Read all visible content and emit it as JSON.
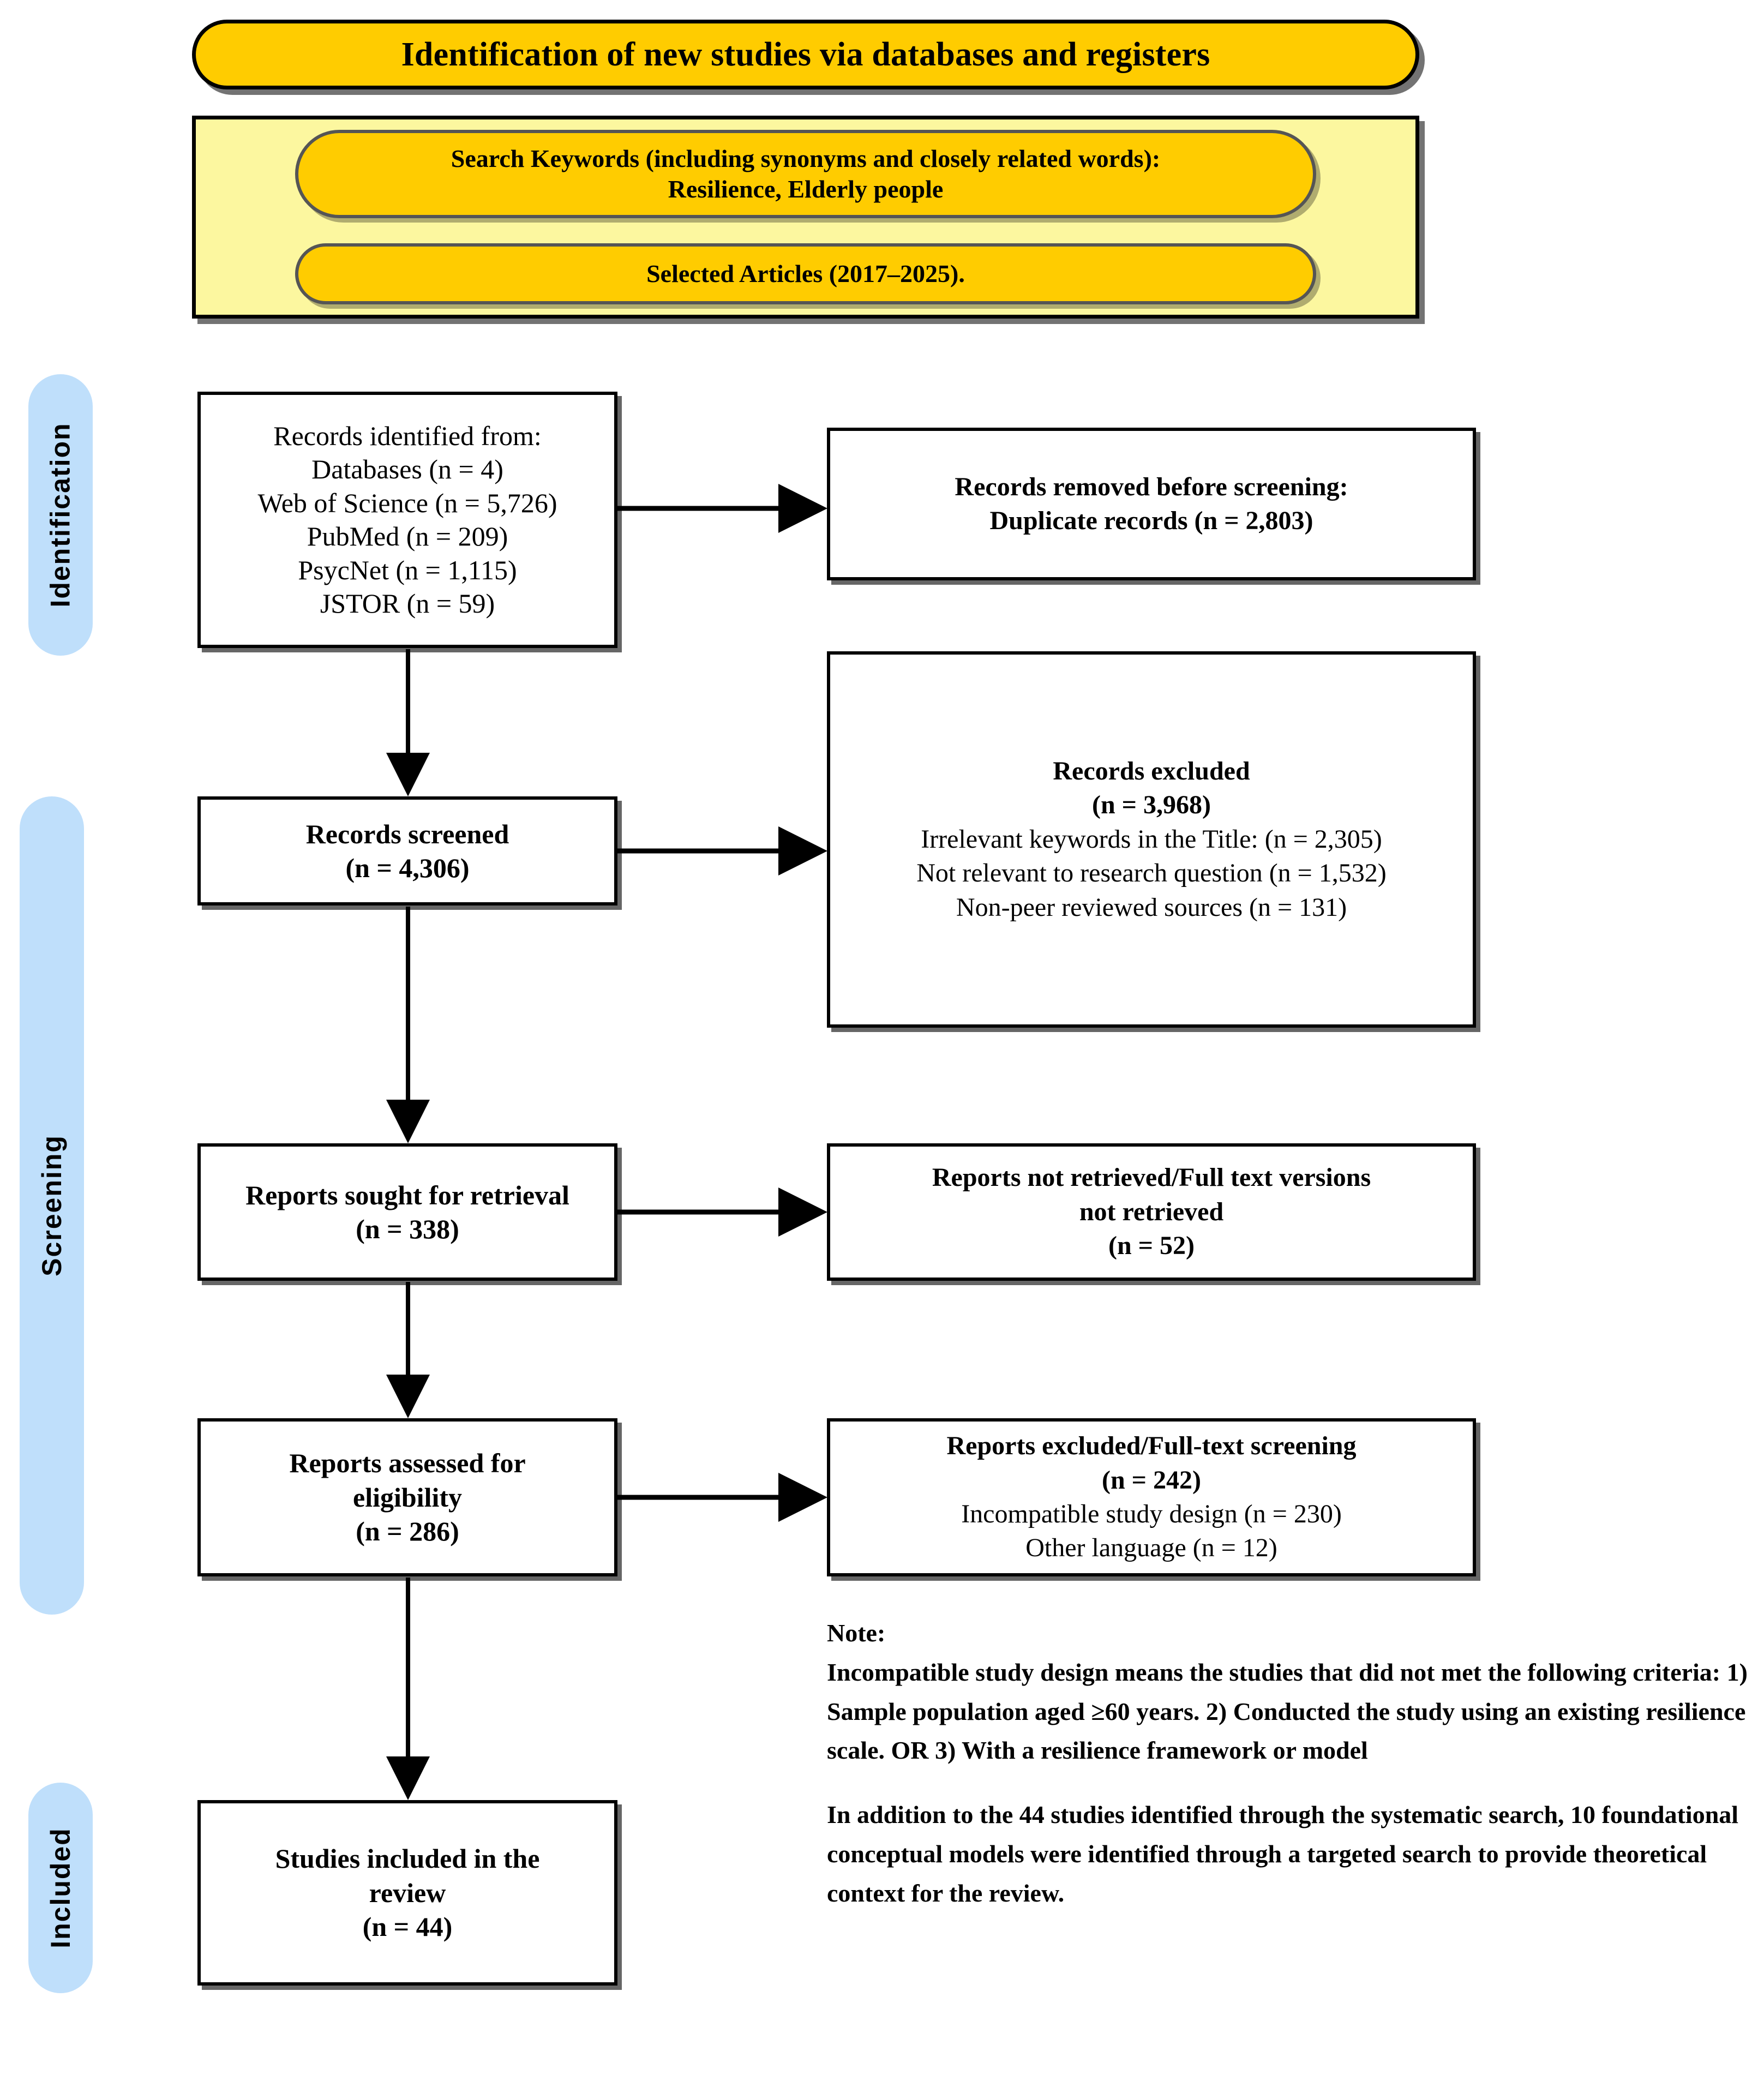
{
  "header": {
    "title": "Identification of new studies via databases and registers",
    "keywords_label": "Search Keywords (including synonyms and closely related words):",
    "keywords_value": "Resilience, Elderly people",
    "articles": "Selected Articles (2017–2025)."
  },
  "stages": {
    "identification": "Identification",
    "screening": "Screening",
    "included": "Included"
  },
  "flow": {
    "identified": {
      "title": "Records identified from:",
      "lines": [
        "Databases (n = 4)",
        "Web of Science (n = 5,726)",
        "PubMed (n = 209)",
        "PsycNet (n = 1,115)",
        "JSTOR (n = 59)"
      ]
    },
    "removed": {
      "line1": "Records removed before screening:",
      "line2": "Duplicate records (n = 2,803)"
    },
    "screened": {
      "line1": "Records screened",
      "line2": "(n = 4,306)"
    },
    "excluded": {
      "title": "Records excluded",
      "count": "(n = 3,968)",
      "lines": [
        "Irrelevant keywords in the Title: (n = 2,305)",
        "Not relevant to research question (n = 1,532)",
        "Non-peer reviewed sources (n = 131)"
      ]
    },
    "sought": {
      "line1": "Reports sought for retrieval",
      "line2": "(n = 338)"
    },
    "not_retrieved": {
      "line1": "Reports not retrieved/Full text versions",
      "line2": "not retrieved",
      "line3": "(n = 52)"
    },
    "assessed": {
      "line1": "Reports assessed for",
      "line2": "eligibility",
      "line3": "(n = 286)"
    },
    "reports_excluded": {
      "title": "Reports excluded/Full-text screening",
      "count": "(n = 242)",
      "lines": [
        "Incompatible study design (n = 230)",
        "Other language (n = 12)"
      ]
    },
    "included": {
      "line1": "Studies included in the",
      "line2": "review",
      "line3": "(n = 44)"
    }
  },
  "note": {
    "heading": "Note:",
    "paragraph1": "Incompatible study design means the studies that did not met the following criteria: 1) Sample population aged ≥60 years. 2) Conducted the study using an existing resilience scale. OR 3) With a resilience framework or model",
    "paragraph2": "In addition to the 44 studies identified through the systematic search, 10 foundational conceptual models were identified through a targeted search to provide theoretical context for the review."
  },
  "colors": {
    "gold": "#FFCC00",
    "pale_yellow": "#FCF79F",
    "stage_blue": "#BFDFFB",
    "outline": "#000000"
  }
}
